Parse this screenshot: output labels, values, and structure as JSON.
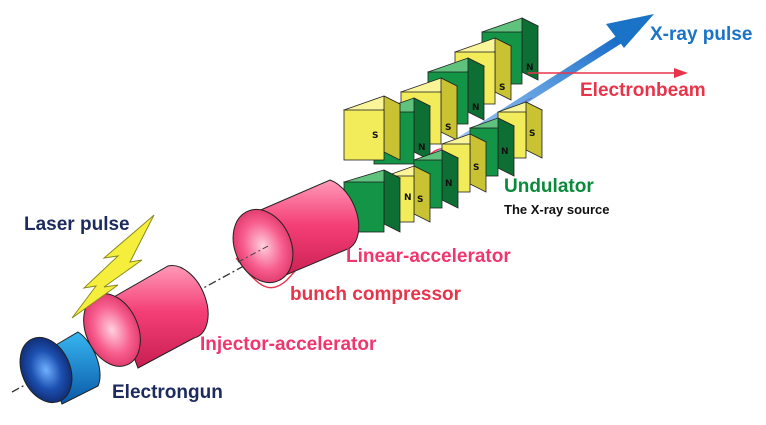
{
  "labels": {
    "xray_pulse": "X-ray pulse",
    "electronbeam": "Electronbeam",
    "undulator": "Undulator",
    "xray_source": "The X-ray source",
    "laser_pulse": "Laser pulse",
    "linear_accelerator": "Linear-accelerator",
    "bunch_compressor": "bunch compressor",
    "injector_accelerator": "Injector-accelerator",
    "electrongun": "Electrongun"
  },
  "magnet_letters": {
    "south": "S",
    "north": "N"
  },
  "colors": {
    "xray_blue": "#1a73c6",
    "electron_red": "#e8344a",
    "undulator_green": "#0c8a3c",
    "navy": "#1c2a5e",
    "accelerator_pink": "#f0366e",
    "magnet_yellow": "#f2ec5a",
    "magnet_green": "#139447"
  }
}
